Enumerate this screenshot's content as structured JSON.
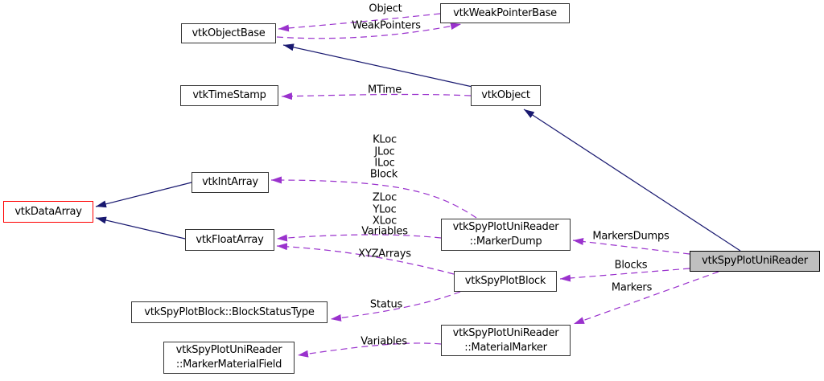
{
  "diagram": {
    "kind": "collaboration-graph",
    "focus_class": "vtkSpyPlotUniReader"
  },
  "colors": {
    "inheritance_edge": "#191970",
    "usage_edge": "#9a32cd",
    "node_border": "#353535",
    "node_fill": "#ffffff",
    "focus_node_fill": "#bfbfbf",
    "truncated_node_border": "#ff0000",
    "background": "#ffffff",
    "text": "#000000"
  },
  "nodes": {
    "vtkObjectBase": {
      "label": "vtkObjectBase"
    },
    "vtkWeakPointerBase": {
      "label": "vtkWeakPointerBase"
    },
    "vtkTimeStamp": {
      "label": "vtkTimeStamp"
    },
    "vtkObject": {
      "label": "vtkObject"
    },
    "vtkIntArray": {
      "label": "vtkIntArray"
    },
    "vtkDataArray": {
      "label": "vtkDataArray"
    },
    "vtkFloatArray": {
      "label": "vtkFloatArray"
    },
    "markerDump": {
      "line1": "vtkSpyPlotUniReader",
      "line2": "::MarkerDump"
    },
    "vtkSpyPlotBlock": {
      "label": "vtkSpyPlotBlock"
    },
    "vtkSpyPlotUniReader": {
      "label": "vtkSpyPlotUniReader"
    },
    "blockStatusType": {
      "label": "vtkSpyPlotBlock::BlockStatusType"
    },
    "materialMarker": {
      "line1": "vtkSpyPlotUniReader",
      "line2": "::MaterialMarker"
    },
    "markerMaterialField": {
      "line1": "vtkSpyPlotUniReader",
      "line2": "::MarkerMaterialField"
    }
  },
  "edge_labels": {
    "object": "Object",
    "weak_pointers": "WeakPointers",
    "mtime": "MTime",
    "kloc": "KLoc",
    "jloc": "JLoc",
    "iloc": "ILoc",
    "block": "Block",
    "zloc": "ZLoc",
    "yloc": "YLoc",
    "xloc": "XLoc",
    "variables_dump": "Variables",
    "xyz_arrays": "XYZArrays",
    "markers_dumps": "MarkersDumps",
    "blocks": "Blocks",
    "markers": "Markers",
    "status": "Status",
    "variables_marker": "Variables"
  }
}
